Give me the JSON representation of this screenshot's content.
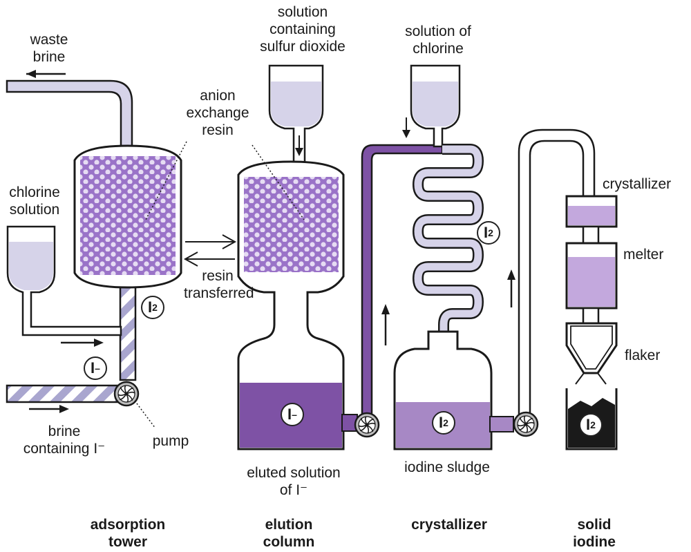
{
  "labels": {
    "waste_brine": [
      "waste",
      "brine"
    ],
    "chlorine_solution": [
      "chlorine",
      "solution"
    ],
    "anion_resin": [
      "anion",
      "exchange",
      "resin"
    ],
    "so2_solution": [
      "solution",
      "containing",
      "sulfur dioxide"
    ],
    "chlorine_solution_2": [
      "solution of",
      "chlorine"
    ],
    "resin_transferred": [
      "resin",
      "transferred"
    ],
    "brine_iodide": [
      "brine",
      "containing I⁻"
    ],
    "pump": "pump",
    "eluted_solution": [
      "eluted solution",
      "of I⁻"
    ],
    "iodine_sludge": "iodine sludge",
    "crystallizer_unit": "crystallizer",
    "melter": "melter",
    "flaker": "flaker"
  },
  "titles": {
    "adsorption_tower": [
      "adsorption",
      "tower"
    ],
    "elution_column": [
      "elution",
      "column"
    ],
    "crystallizer": [
      "crystallizer"
    ],
    "solid_iodine": [
      "solid",
      "iodine"
    ]
  },
  "symbols": {
    "iodine_base": "I",
    "iodine_sub": "2",
    "iodide_base": "I",
    "iodide_sup": "–"
  },
  "colors": {
    "light_lavender": "#d6d3e9",
    "resin_purple": "#9a73c8",
    "dark_purple": "#7e52a5",
    "medium_purple": "#a788c5",
    "melter_purple": "#c3a8dd",
    "stripe": "#a9a6cf"
  }
}
